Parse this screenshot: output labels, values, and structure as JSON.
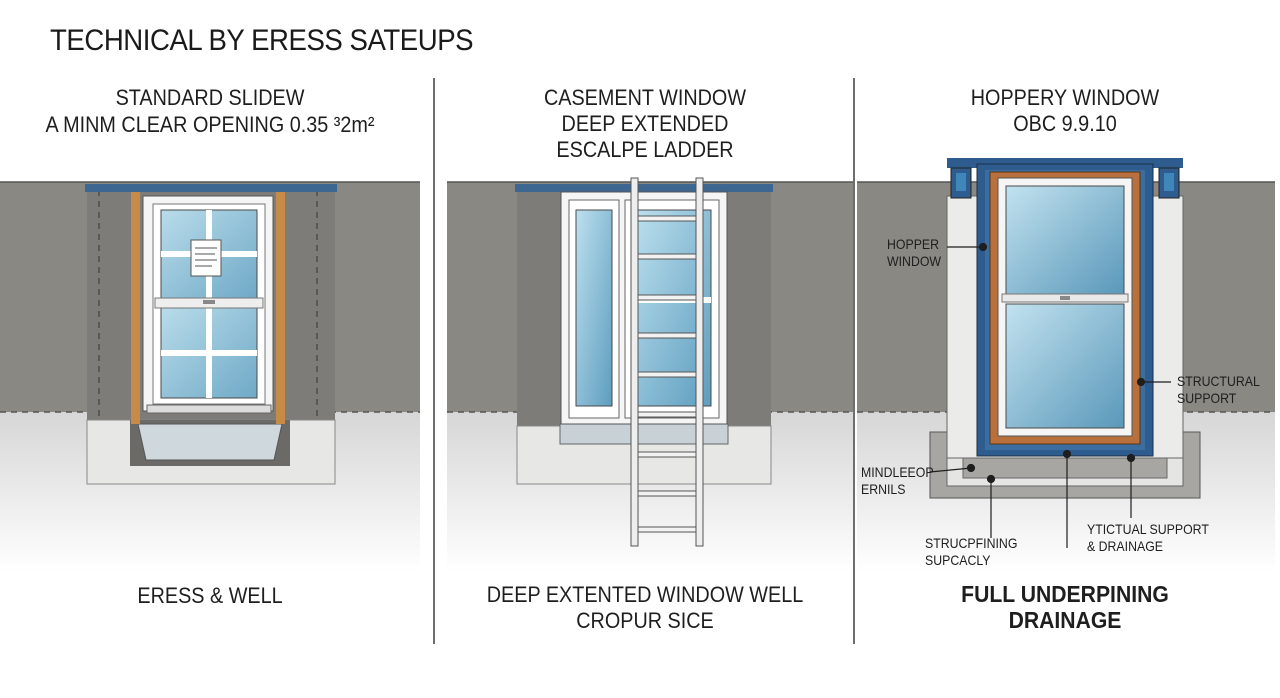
{
  "title": "TECHNICAL BY ERESS SATEUPS",
  "panels": [
    {
      "title_lines": [
        "STANDARD SLIDEW",
        "A MINM CLEAR OPENING 0.35 ³2m²"
      ],
      "footer_lines": [
        "ERESS & WELL"
      ]
    },
    {
      "title_lines": [
        "CASEMENT WINDOW",
        "DEEP EXTENDED",
        "ESCALPE LADDER"
      ],
      "footer_lines": [
        "DEEP EXTENTED WINDOW WELL",
        "CROPUR SICE"
      ]
    },
    {
      "title_lines": [
        "HOPPERY WINDOW",
        "OBC 9.9.10"
      ],
      "footer_lines": [
        "FULL UNDERPINING",
        "DRAINAGE"
      ],
      "callouts": {
        "hopper": [
          "HOPPER",
          "WINDOW"
        ],
        "structural": [
          "STRUCTURAL",
          "SUPPORT"
        ],
        "mindle": [
          "MINDLEEOP",
          "ERNILS"
        ],
        "strucp": [
          "STRUCPFINING",
          "SUPCACLY"
        ],
        "ytical": [
          "YTICTUAL SUPPORT",
          "& DRAINAGE"
        ]
      }
    }
  ],
  "colors": {
    "soil": "#8a8883",
    "soil_dark": "#7c7a76",
    "gravel": "#c9c9c9",
    "glass": "#8fc3da",
    "glass_dark": "#5f9cbc",
    "trim_blue": "#2f5c8f",
    "wood": "#c88a47",
    "copper": "#b8703c",
    "concrete": "#e7e7e5"
  }
}
